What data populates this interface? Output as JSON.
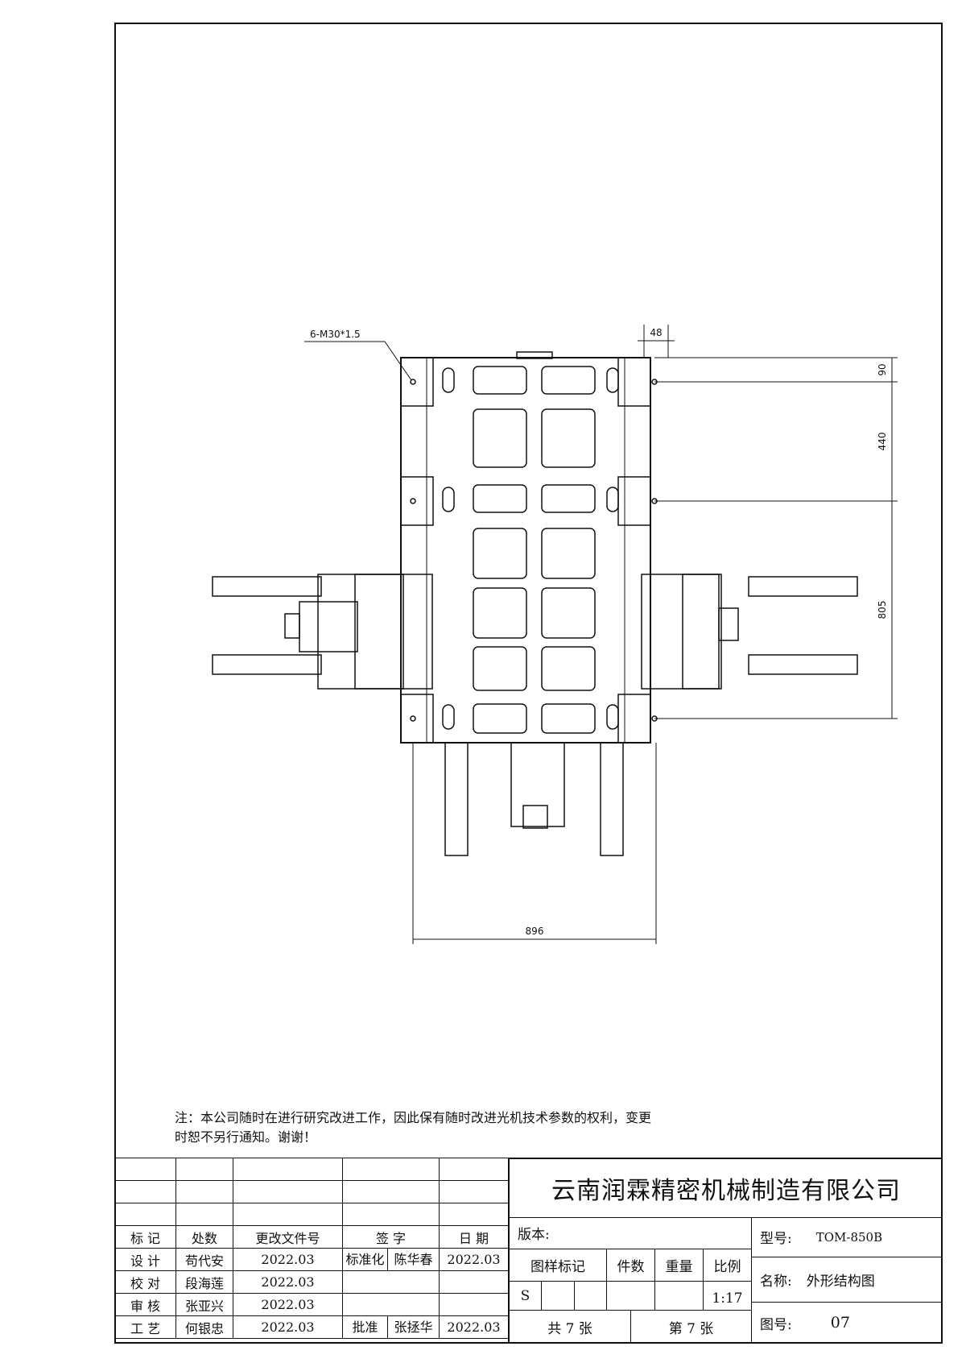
{
  "drawing": {
    "thread_label": "6-M30*1.5",
    "dim_top": "48",
    "dim_right_top": "90",
    "dim_right_mid": "440",
    "dim_right_bottom": "805",
    "dim_bottom": "896"
  },
  "note": {
    "line1": "注：本公司随时在进行研究改进工作，因此保有随时改进光机技术参数的权利，变更",
    "line2": "时恕不另行通知。谢谢！"
  },
  "title_block": {
    "header_row": [
      "标 记",
      "处数",
      "更改文件号",
      "签 字",
      "日 期"
    ],
    "rows": [
      {
        "role": "设 计",
        "name": "苟代安",
        "date": "2022.03",
        "extra_role": "标准化",
        "extra_name": "陈华春",
        "extra_date": "2022.03"
      },
      {
        "role": "校 对",
        "name": "段海莲",
        "date": "2022.03",
        "extra_role": "",
        "extra_name": "",
        "extra_date": ""
      },
      {
        "role": "审 核",
        "name": "张亚兴",
        "date": "2022.03",
        "extra_role": "",
        "extra_name": "",
        "extra_date": ""
      },
      {
        "role": "工 艺",
        "name": "何银忠",
        "date": "2022.03",
        "extra_role": "批准",
        "extra_name": "张拯华",
        "extra_date": "2022.03"
      }
    ],
    "company": "云南润霖精密机械制造有限公司",
    "version_label": "版本:",
    "model_label": "型号:",
    "model_value": "TOM-850B",
    "sample_mark_label": "图样标记",
    "quantity_label": "件数",
    "weight_label": "重量",
    "scale_label": "比例",
    "name_label": "名称:",
    "name_value": "外形结构图",
    "sample_mark_value": "S",
    "scale_value": "1:17",
    "total_sheets": "共 7 张",
    "sheet_no": "第 7 张",
    "drawing_no_label": "图号:",
    "drawing_no_value": "07"
  }
}
